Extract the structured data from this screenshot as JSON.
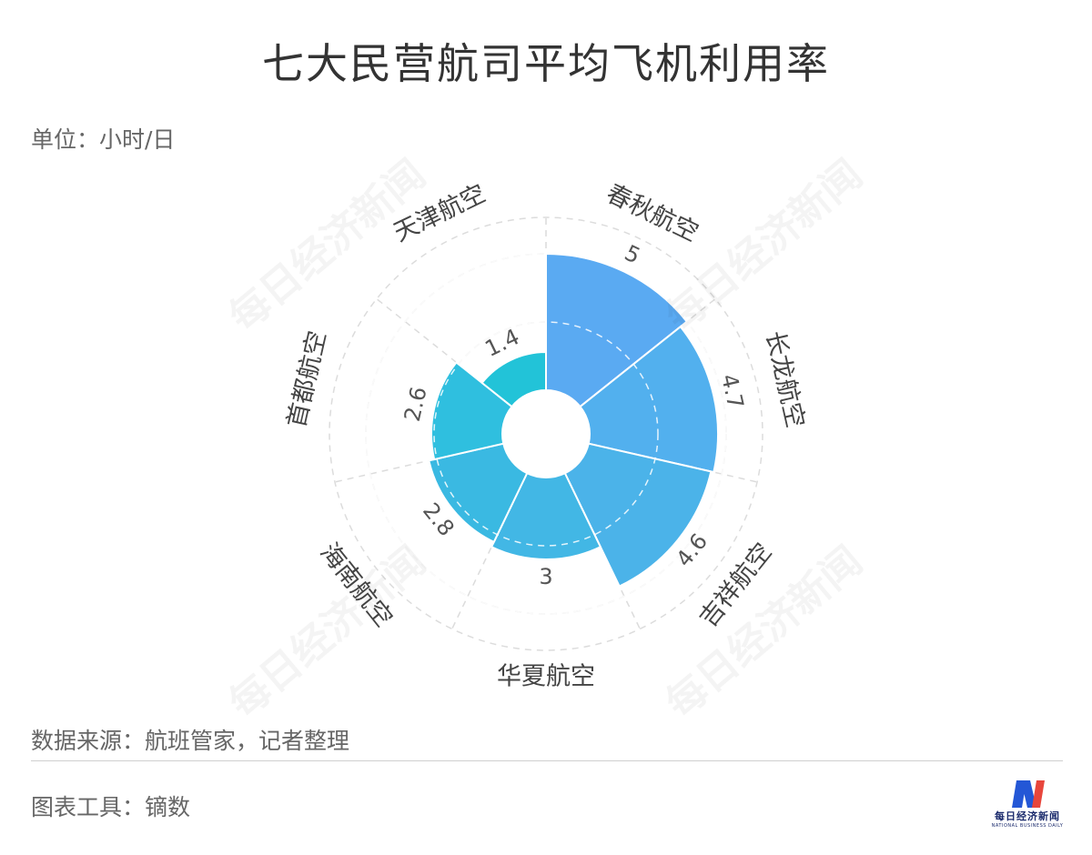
{
  "title": "七大民营航司平均飞机利用率",
  "unit": "单位：小时/日",
  "source": "数据来源：航班管家，记者整理",
  "tool": "图表工具：镝数",
  "watermark": "每日经济新闻",
  "brand": {
    "name": "每日经济新闻",
    "sub": "NATIONAL BUSINESS DAILY",
    "colors": {
      "blue": "#2457d6",
      "red": "#e8463c"
    }
  },
  "chart_data": {
    "type": "polar-bar",
    "categories": [
      "春秋航空",
      "长龙航空",
      "吉祥航空",
      "华夏航空",
      "海南航空",
      "首都航空",
      "天津航空"
    ],
    "values": [
      5,
      4.7,
      4.6,
      3,
      2.8,
      2.6,
      1.4
    ],
    "value_labels": [
      "5",
      "4.7",
      "4.6",
      "3",
      "2.8",
      "2.6",
      "1.4"
    ],
    "rmax": 5,
    "grid": true,
    "colors": [
      "#5aaaf2",
      "#52b0ee",
      "#4bb3e9",
      "#42b7e5",
      "#3ab9e2",
      "#2fbfdf",
      "#22c3d8"
    ]
  }
}
